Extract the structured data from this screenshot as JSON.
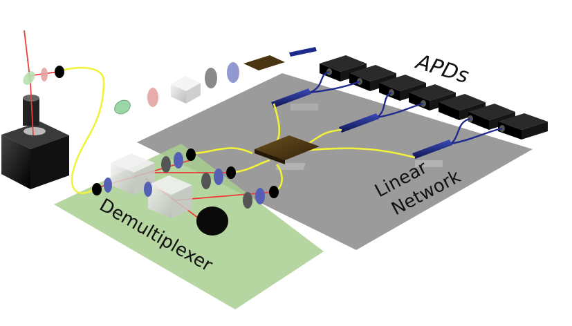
{
  "labels": {
    "apds": "APDs",
    "network_line1": "Linear",
    "network_line2": "Network",
    "demux": "Demultiplexer"
  },
  "colors": {
    "fiber": "#f2f23a",
    "laser": "#ef3b3b",
    "waveguide": "#1e2a8c",
    "demux_plate": "#a9cf91",
    "network_plate": "#8a8a8a",
    "chip": "#4a3512",
    "detector": "#0a0a0a"
  },
  "icons": {
    "source": "laser-source-icon",
    "lens": "lens-icon",
    "beamsplitter": "beam-splitter-cube-icon",
    "coupler": "fiber-coupler-icon",
    "detector": "apd-detector-icon",
    "chip": "photonic-chip-icon"
  }
}
